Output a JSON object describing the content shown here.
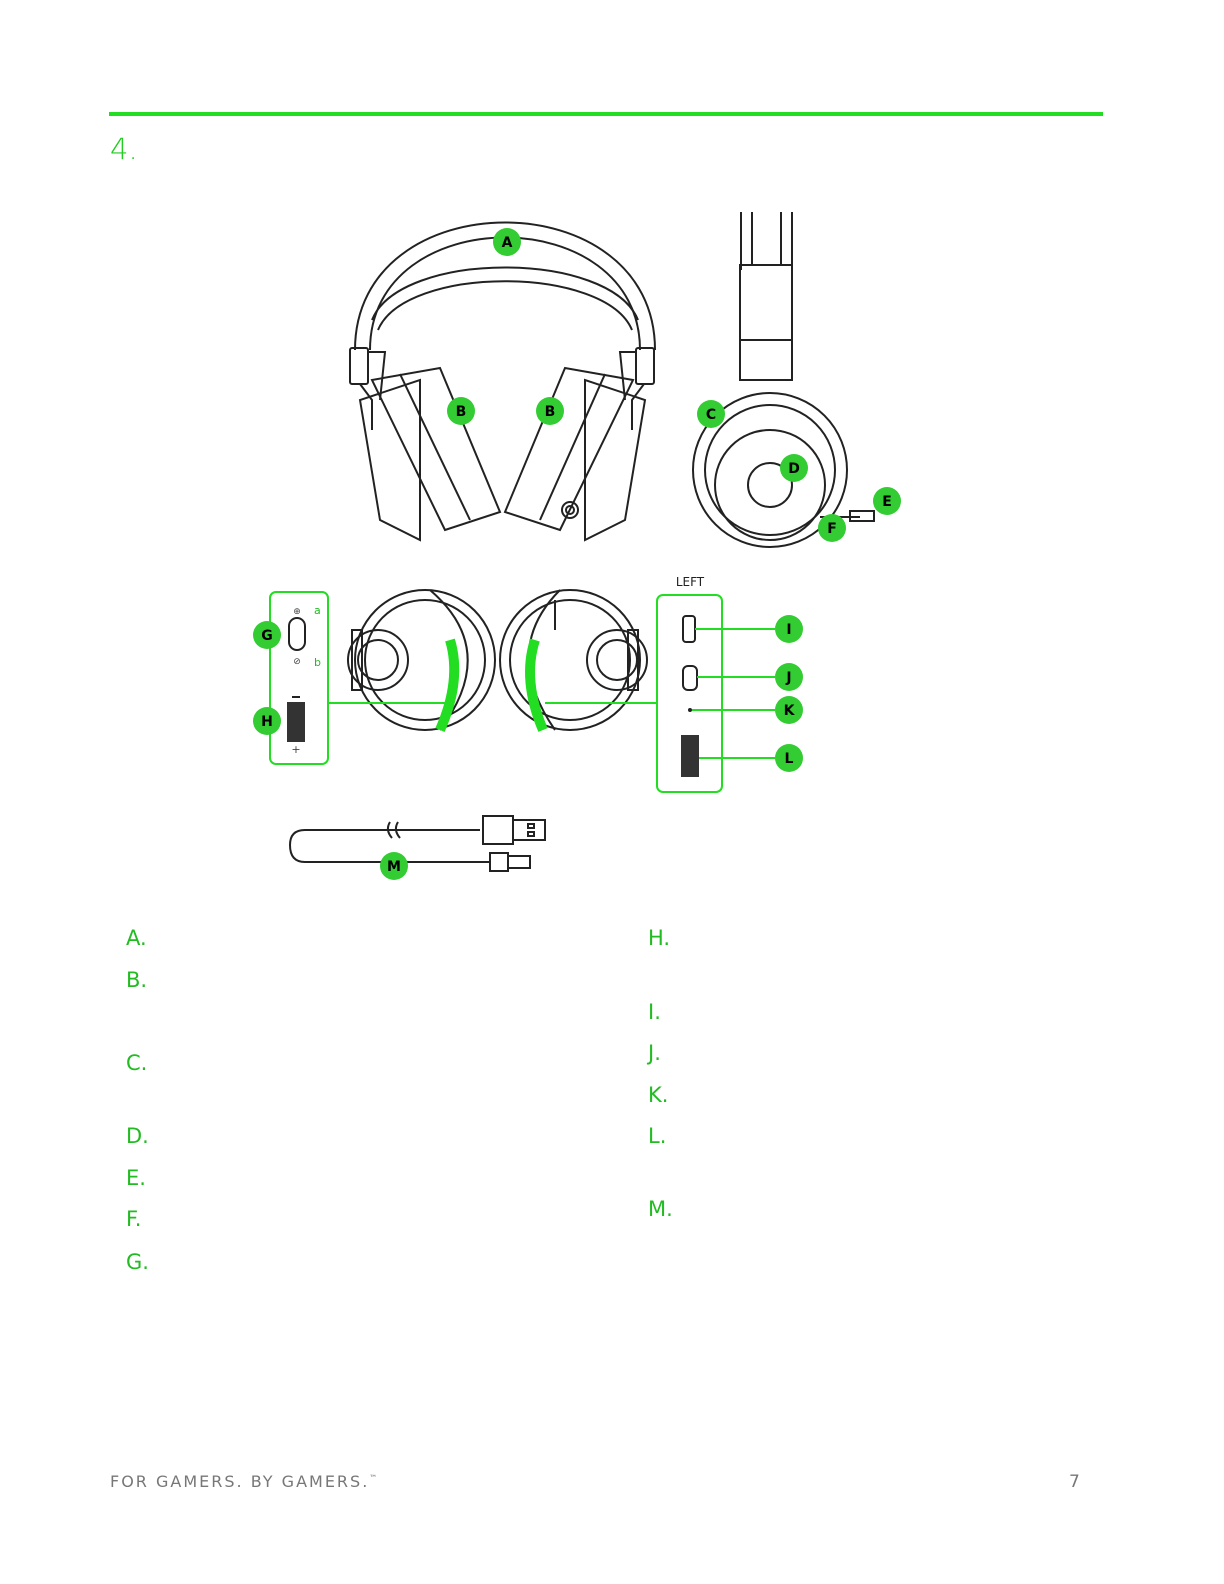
{
  "section": {
    "number": "4."
  },
  "diagram": {
    "callouts": [
      "A",
      "B",
      "B",
      "C",
      "D",
      "E",
      "F",
      "G",
      "H",
      "I",
      "J",
      "K",
      "L",
      "M"
    ],
    "left_side_label": "LEFT",
    "switch_positions": [
      "a",
      "b"
    ],
    "accent_color": "#22dd22",
    "callout_color": "#33cc33"
  },
  "legend": {
    "left_column": [
      "A.",
      "B.",
      "C.",
      "D.",
      "E.",
      "F.",
      "G."
    ],
    "right_column": [
      "H.",
      "I.",
      "J.",
      "K.",
      "L.",
      "M."
    ]
  },
  "footer": {
    "tagline": "FOR GAMERS. BY GAMERS.",
    "trademark": "™",
    "page_number": "7"
  }
}
